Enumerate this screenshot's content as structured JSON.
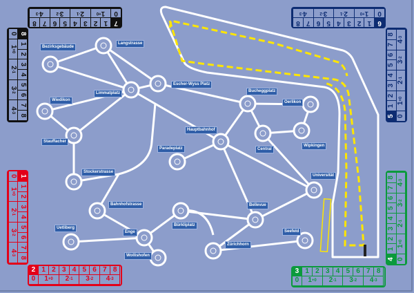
{
  "stations": [
    {
      "name": "Bezirksgebäude"
    },
    {
      "name": "Langstrasse"
    },
    {
      "name": "Limmatplatz"
    },
    {
      "name": "Escher-Wyss Platz"
    },
    {
      "name": "Wiedikon"
    },
    {
      "name": "Stauffacher"
    },
    {
      "name": "Stockerstrasse"
    },
    {
      "name": "Paradeplatz"
    },
    {
      "name": "Hauptbahnhof"
    },
    {
      "name": "Bucheggplatz"
    },
    {
      "name": "Oerlikon"
    },
    {
      "name": "Central"
    },
    {
      "name": "Wipkingen"
    },
    {
      "name": "Universität"
    },
    {
      "name": "Bellevue"
    },
    {
      "name": "Bahnhofstrasse"
    },
    {
      "name": "Bürkliplatz"
    },
    {
      "name": "Enge"
    },
    {
      "name": "Uetliberg"
    },
    {
      "name": "Wollishofen"
    },
    {
      "name": "Zürichhorn"
    },
    {
      "name": "Seefeld"
    }
  ],
  "score_scale": {
    "numbers": [
      "1",
      "2",
      "3",
      "4",
      "5",
      "6",
      "7",
      "8"
    ],
    "zero": "0",
    "tiers": [
      [
        "1",
        "+0"
      ],
      [
        "2",
        "-1"
      ],
      [
        "3",
        "-2"
      ],
      [
        "4",
        "-3"
      ]
    ]
  },
  "scoreboards": [
    {
      "player": "8",
      "color": "#111111"
    },
    {
      "player": "7",
      "color": "#111111"
    },
    {
      "player": "6",
      "color": "#0d2c72"
    },
    {
      "player": "5",
      "color": "#0d2c72"
    },
    {
      "player": "4",
      "color": "#0b9a3c"
    },
    {
      "player": "3",
      "color": "#0b9a3c"
    },
    {
      "player": "1",
      "color": "#e30019"
    },
    {
      "player": "2",
      "color": "#e30019"
    }
  ],
  "colors": {
    "background": "#8c9dcb",
    "track_line": "#ffe600",
    "label_bg": "#2f5ea8"
  }
}
